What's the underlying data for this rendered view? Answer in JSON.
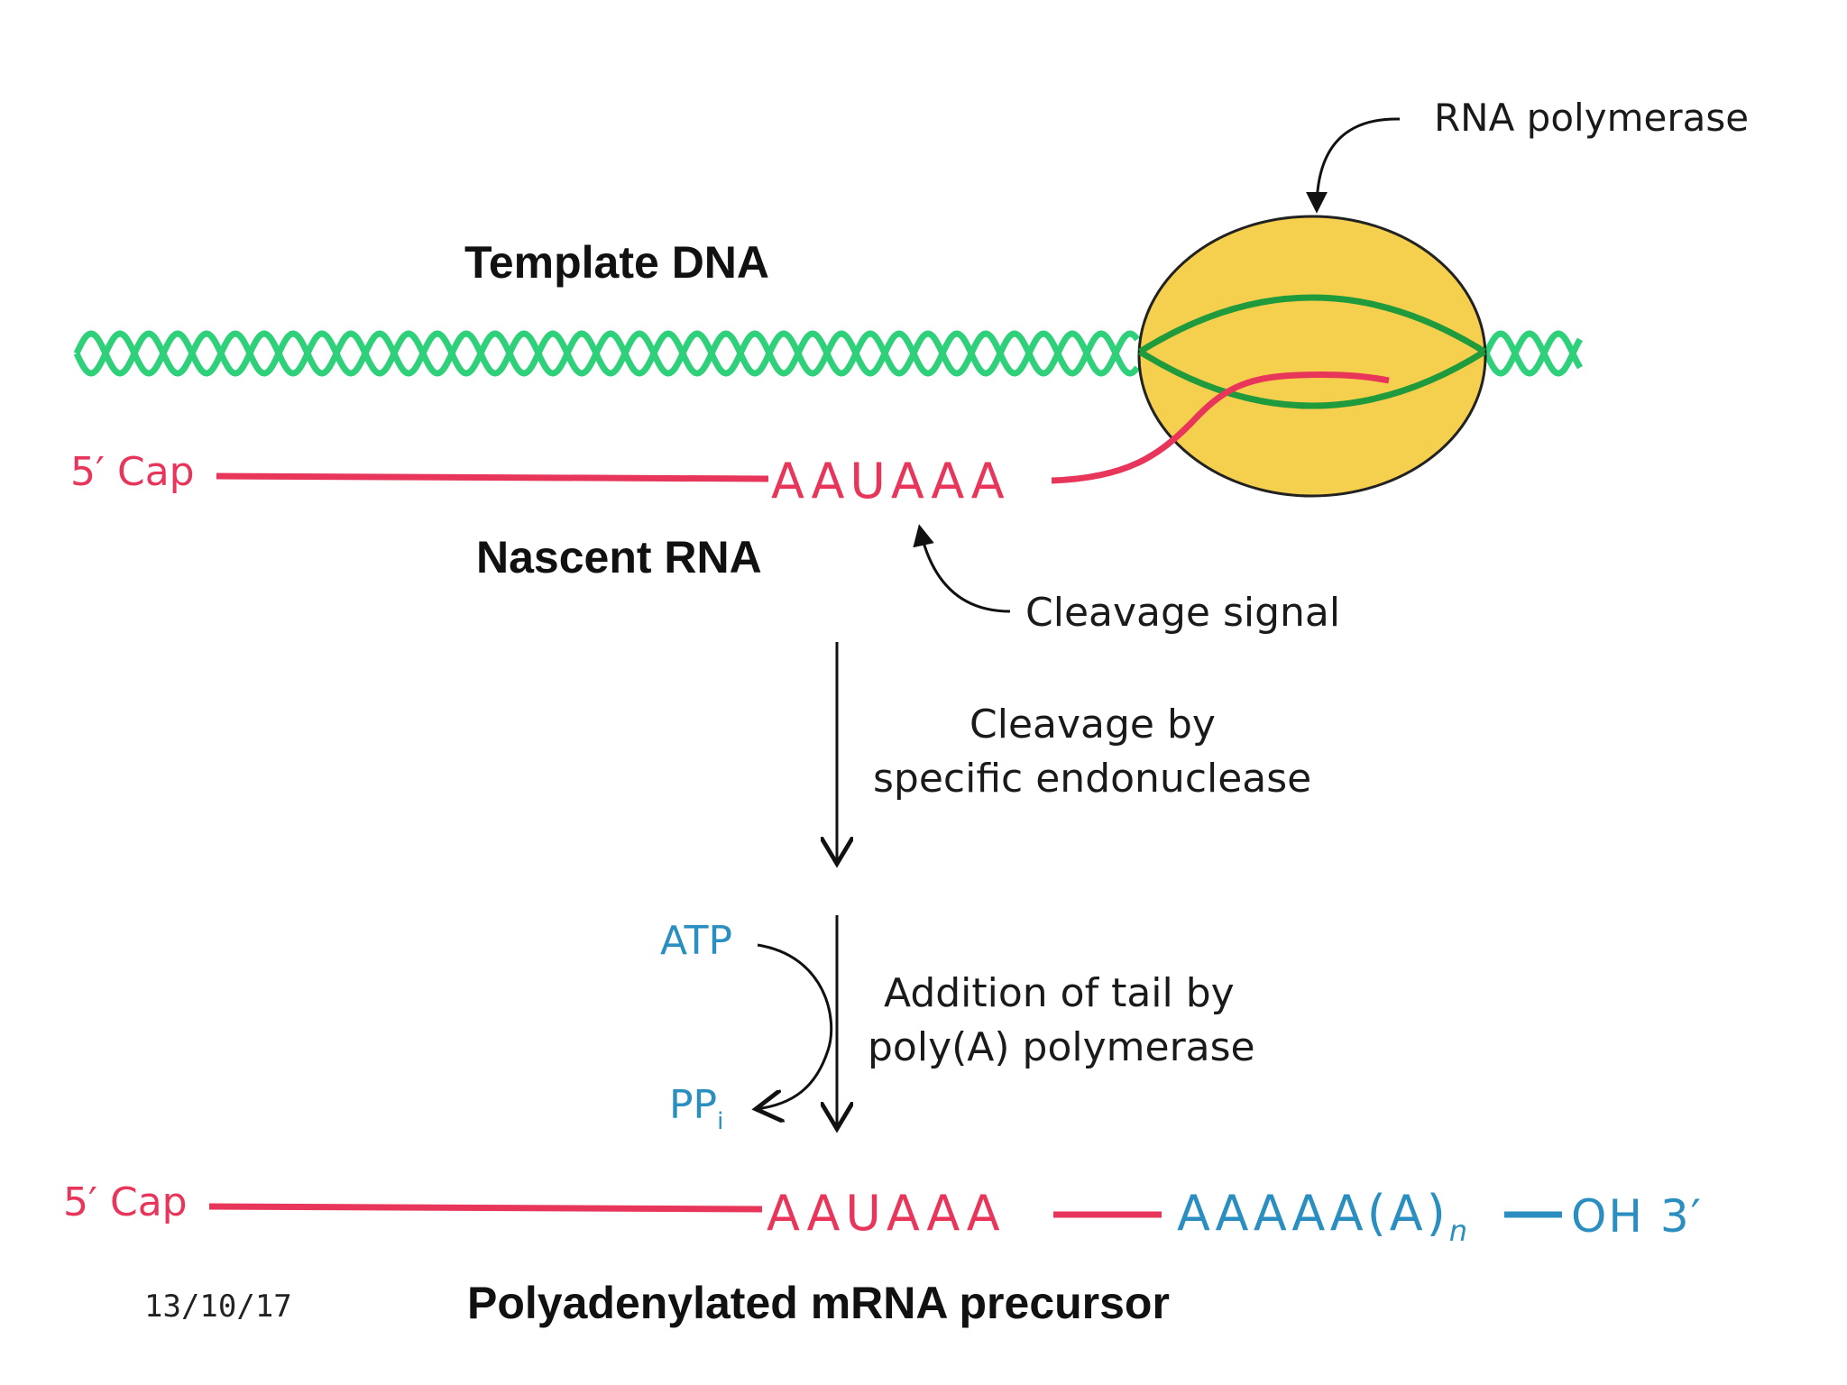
{
  "labels": {
    "rna_polymerase": "RNA polymerase",
    "template_dna": "Template DNA",
    "nascent_rna": "Nascent RNA",
    "cleavage_signal": "Cleavage signal",
    "cleavage_step_line1": "Cleavage by",
    "cleavage_step_line2": "specific endonuclease",
    "addition_step_line1": "Addition of tail by",
    "addition_step_line2": "poly(A) polymerase",
    "atp": "ATP",
    "ppi_main": "PP",
    "ppi_sub": "i",
    "product_title": "Polyadenylated mRNA precursor"
  },
  "nascent": {
    "cap": "5′ Cap",
    "signal": "AAUAAA"
  },
  "product": {
    "cap": "5′ Cap",
    "signal": "AAUAAA",
    "tail_main": "AAAAA(A)",
    "tail_sub": "n",
    "end": "OH 3′"
  },
  "footer": {
    "date": "13/10/17"
  },
  "colors": {
    "rna": "#e8355a",
    "dna": "#2fd07a",
    "dna_inner": "#1f9a3c",
    "polymerase_fill": "#f5cf4e",
    "tail": "#2a8fc0",
    "ink": "#111111"
  }
}
